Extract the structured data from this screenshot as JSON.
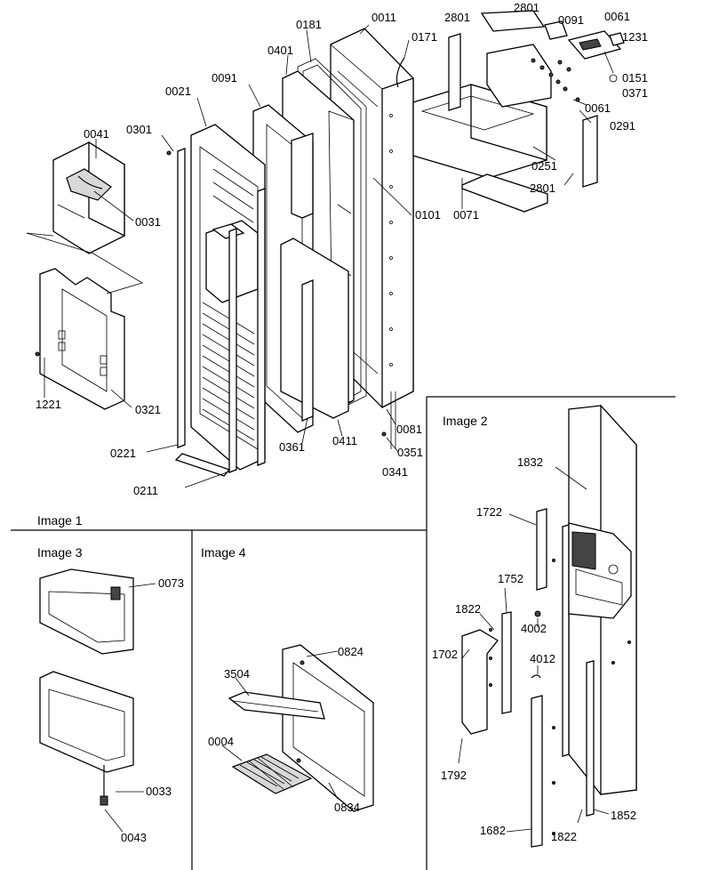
{
  "sections": {
    "image1": "Image 1",
    "image2": "Image 2",
    "image3": "Image 3",
    "image4": "Image 4"
  },
  "labels": {
    "p0011": "0011",
    "p0181": "0181",
    "p0171": "0171",
    "p2801a": "2801",
    "p2801b": "2801",
    "p0091a": "0091",
    "p0061a": "0061",
    "p1231": "1231",
    "p0151": "0151",
    "p0371": "0371",
    "p0061b": "0061",
    "p0291": "0291",
    "p0401": "0401",
    "p0091b": "0091",
    "p0021": "0021",
    "p0301": "0301",
    "p0041": "0041",
    "p0031": "0031",
    "p0251": "0251",
    "p2801c": "2801",
    "p0101": "0101",
    "p0071": "0071",
    "p1221": "1221",
    "p0321": "0321",
    "p0081": "0081",
    "p0351": "0351",
    "p0221": "0221",
    "p0361": "0361",
    "p0411": "0411",
    "p0341": "0341",
    "p0211": "0211",
    "p0073": "0073",
    "p0033": "0033",
    "p0043": "0043",
    "p0824": "0824",
    "p3504": "3504",
    "p0004": "0004",
    "p0834": "0834",
    "p1832": "1832",
    "p1722": "1722",
    "p1752": "1752",
    "p1822a": "1822",
    "p4002": "4002",
    "p4012": "4012",
    "p1702": "1702",
    "p1792": "1792",
    "p1682": "1682",
    "p1822b": "1822",
    "p1852": "1852"
  }
}
